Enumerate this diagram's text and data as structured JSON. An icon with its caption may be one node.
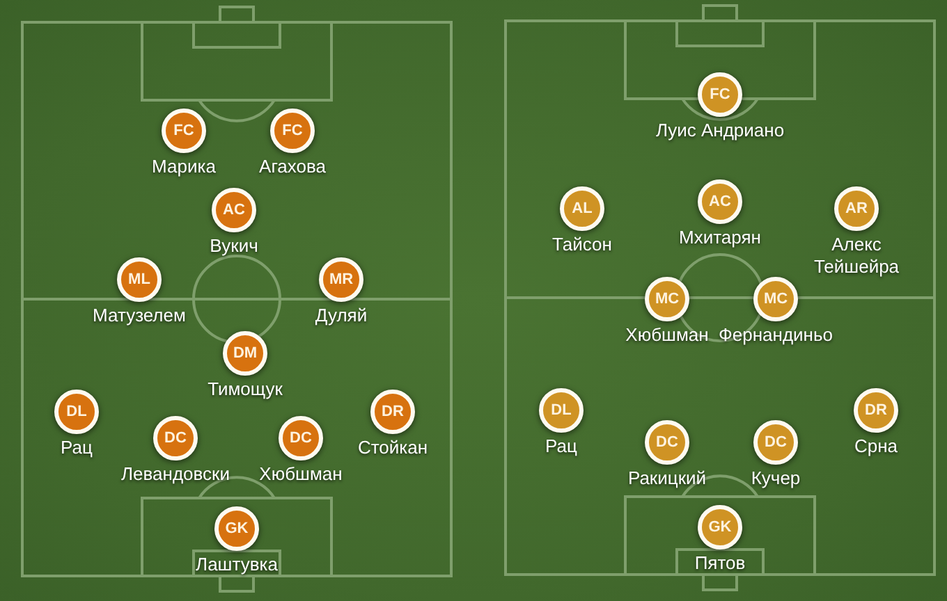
{
  "diagram": {
    "nodes": [
      {
        "text": [
          "FC"
        ],
        "beside": [
          "Марика"
        ]
      },
      {
        "text": [
          "FC"
        ],
        "beside": [
          "Агахова"
        ]
      },
      {
        "text": [
          "AC"
        ],
        "beside": [
          "Вукич"
        ]
      },
      {
        "text": [
          "ML"
        ],
        "beside": [
          "Матузелем"
        ]
      },
      {
        "text": [
          "MR"
        ],
        "beside": [
          "Дуляй"
        ]
      },
      {
        "text": [
          "DM"
        ],
        "beside": [
          "Тимощук"
        ]
      },
      {
        "text": [
          "DL"
        ],
        "beside": [
          "Рац"
        ]
      },
      {
        "text": [
          "DC"
        ],
        "beside": [
          "Левандовски"
        ]
      },
      {
        "text": [
          "DC"
        ],
        "beside": [
          "Хюбшман"
        ]
      },
      {
        "text": [
          "DR"
        ],
        "beside": [
          "Стойкан"
        ]
      },
      {
        "text": [
          "GK"
        ],
        "beside": [
          "Лаштувка"
        ]
      },
      {
        "text": [
          "FC"
        ],
        "beside": [
          "Луис Андриано"
        ]
      },
      {
        "text": [
          "AL"
        ],
        "beside": [
          "Тайсон"
        ]
      },
      {
        "text": [
          "AC"
        ],
        "beside": [
          "Мхитарян"
        ]
      },
      {
        "text": [
          "AR"
        ],
        "beside": [
          "Алекс Тейшейра"
        ]
      },
      {
        "text": [
          "MC"
        ],
        "beside": [
          "Хюбшман"
        ]
      },
      {
        "text": [
          "MC"
        ],
        "beside": [
          "Фернандиньо"
        ]
      },
      {
        "text": [
          "DL"
        ],
        "beside": [
          "Рац"
        ]
      },
      {
        "text": [
          "DC"
        ],
        "beside": [
          "Ракицкий"
        ]
      },
      {
        "text": [
          "DC"
        ],
        "beside": [
          "Кучер"
        ]
      },
      {
        "text": [
          "DR"
        ],
        "beside": [
          "Срна"
        ]
      },
      {
        "text": [
          "GK"
        ],
        "beside": [
          "Пятов"
        ]
      }
    ]
  }
}
